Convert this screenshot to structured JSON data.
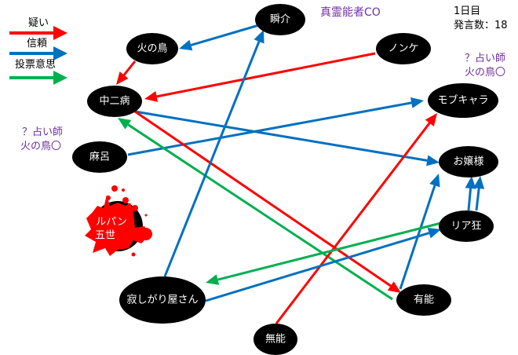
{
  "legend": [
    {
      "label": "疑い",
      "type": "suspect",
      "color": "#ff0000"
    },
    {
      "label": "信頼",
      "type": "trust",
      "color": "#0070c0"
    },
    {
      "label": "投票意思",
      "type": "vote",
      "color": "#00b050"
    }
  ],
  "day": "1日目",
  "post_count": "発言数：18",
  "notes": {
    "shunsuke_co": "真霊能者CO",
    "mob_note_1": "？占い師",
    "mob_note_2": "火の鳥〇",
    "maro_note_1": "？占い師",
    "maro_note_2": "火の鳥〇"
  },
  "nodes": [
    {
      "id": "shunsuke",
      "label": "瞬介"
    },
    {
      "id": "hinotori",
      "label": "火の鳥"
    },
    {
      "id": "nonke",
      "label": "ノンケ"
    },
    {
      "id": "chuunibyou",
      "label": "中二病"
    },
    {
      "id": "mobchara",
      "label": "モブキャラ"
    },
    {
      "id": "maro",
      "label": "麻呂"
    },
    {
      "id": "ojousama",
      "label": "お嬢様"
    },
    {
      "id": "riakyou",
      "label": "リア狂"
    },
    {
      "id": "sabishigariya",
      "label": "寂しがり屋さん"
    },
    {
      "id": "yuunou",
      "label": "有能"
    },
    {
      "id": "munou",
      "label": "無能"
    }
  ],
  "dead": {
    "id": "lupin",
    "label_1": "ルパン",
    "label_2": "五世"
  },
  "edges": [
    {
      "from": "shunsuke",
      "to": "hinotori",
      "type": "trust"
    },
    {
      "from": "hinotori",
      "to": "chuunibyou",
      "type": "suspect"
    },
    {
      "from": "nonke",
      "to": "chuunibyou",
      "type": "suspect"
    },
    {
      "from": "chuunibyou",
      "to": "ojousama",
      "type": "trust"
    },
    {
      "from": "maro",
      "to": "mobchara",
      "type": "trust"
    },
    {
      "from": "chuunibyou",
      "to": "yuunou",
      "type": "suspect"
    },
    {
      "from": "yuunou",
      "to": "chuunibyou",
      "type": "vote"
    },
    {
      "from": "sabishigariya",
      "to": "shunsuke",
      "type": "trust"
    },
    {
      "from": "munou",
      "to": "mobchara",
      "type": "suspect"
    },
    {
      "from": "yuunou",
      "to": "ojousama",
      "type": "trust"
    },
    {
      "from": "riakyou",
      "to": "ojousama",
      "type": "trust"
    },
    {
      "from": "riakyou",
      "to": "ojousama",
      "type": "trust"
    },
    {
      "from": "riakyou",
      "to": "sabishigariya",
      "type": "vote"
    },
    {
      "from": "sabishigariya",
      "to": "riakyou",
      "type": "trust"
    }
  ]
}
